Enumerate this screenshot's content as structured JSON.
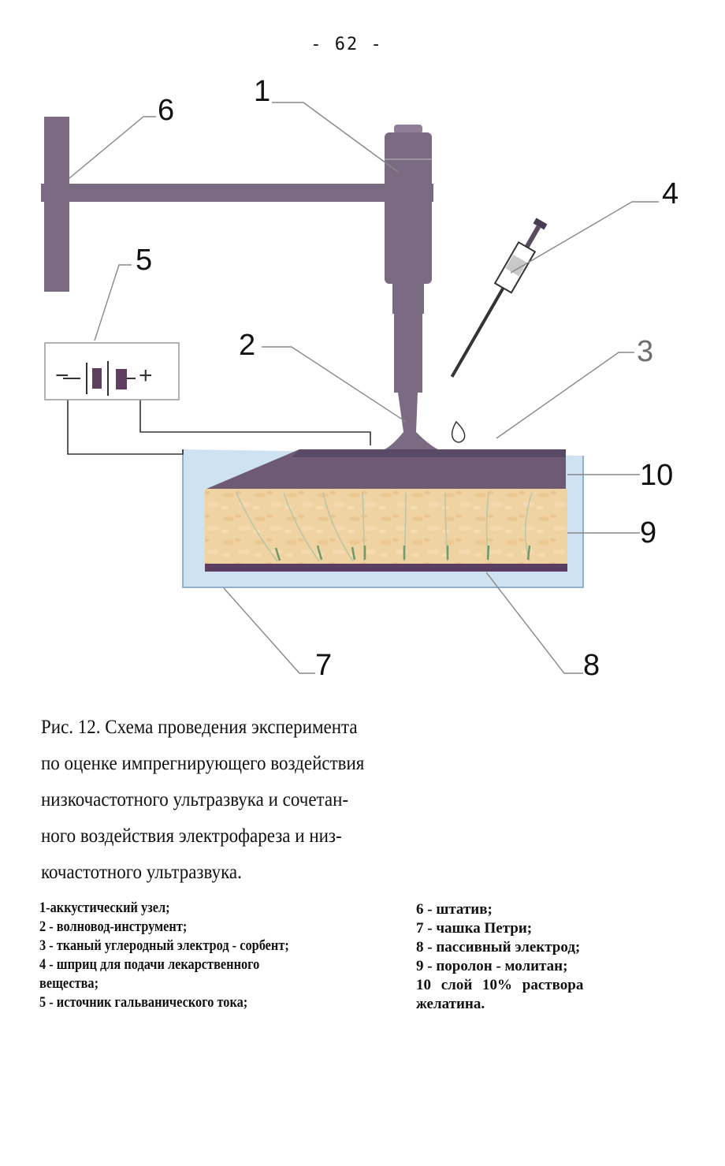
{
  "page_number": "- 62 -",
  "diagram": {
    "labels": {
      "l1": "1",
      "l2": "2",
      "l3": "3",
      "l4": "4",
      "l5": "5",
      "l6": "6",
      "l7": "7",
      "l8": "8",
      "l9": "9",
      "l10": "10"
    },
    "battery": {
      "minus": "−",
      "plus": "+"
    },
    "colors": {
      "purple": "#7b6b82",
      "purple_dark": "#5e4b66",
      "electrode_bottom": "#5a3f62",
      "dish_blue": "#cfe2f1",
      "dish_border": "#8fb0cc",
      "foam": "#f0d3a2",
      "field_lines": "#b9c5a8",
      "green_marks": "#6e9a6a"
    }
  },
  "caption": {
    "line1": "Рис. 12. Схема проведения эксперимента",
    "line2": "по оценке импрегнирующего воздействия",
    "line3": "низкочастотного ультразвука и сочетан-",
    "line4": "ного воздействия электрофареза и низ-",
    "line5": "кочастотного ультразвука."
  },
  "legend": {
    "left": [
      "1-аккустический узел;",
      "2 - волновод-инструмент;",
      "3 - тканый углеродный электрод - сорбент;",
      "4 - шприц для подачи лекарственного",
      "вещества;",
      "5 - источник  гальванического тока;"
    ],
    "right": [
      "6 - штатив;",
      "7 - чашка Петри;",
      "8 - пассивный электрод;",
      "9 - поролон - молитан;",
      "10   слой  10%  раствора",
      "желатина."
    ]
  }
}
